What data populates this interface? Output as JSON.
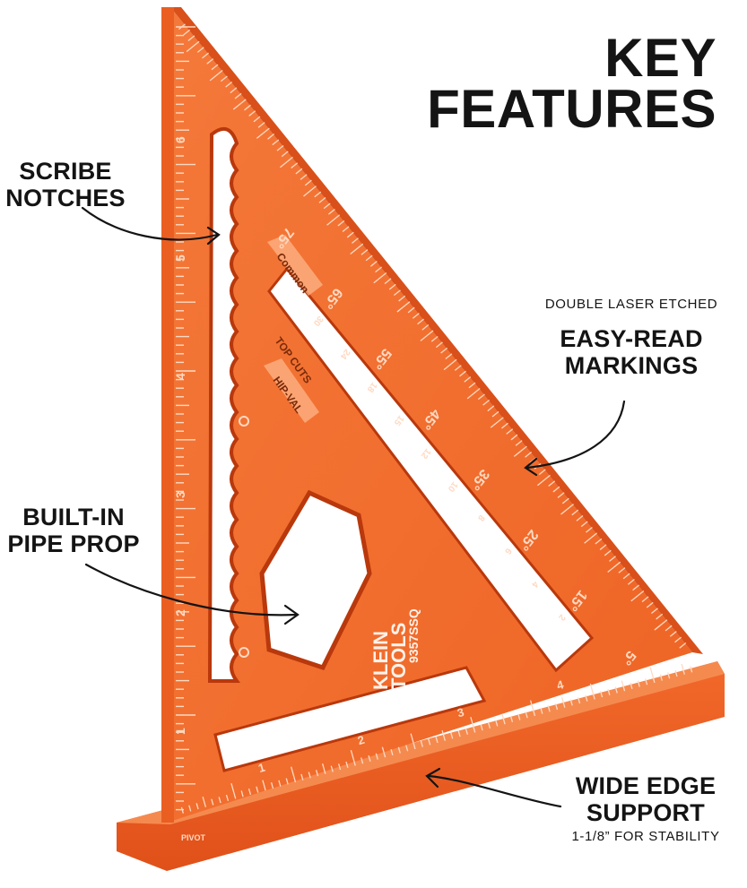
{
  "heading": {
    "line1": "KEY",
    "line2": "FEATURES"
  },
  "callouts": {
    "scribe": {
      "line1": "SCRIBE",
      "line2": "NOTCHES"
    },
    "laser": {
      "pre": "DOUBLE LASER ETCHED",
      "line1": "EASY-READ",
      "line2": "MARKINGS"
    },
    "pipe": {
      "line1": "BUILT-IN",
      "line2": "PIPE PROP"
    },
    "edge": {
      "line1": "WIDE EDGE",
      "line2": "SUPPORT",
      "sub": "1-1/8” FOR STABILITY"
    }
  },
  "tool": {
    "brand_line1": "KLEIN",
    "brand_line2": "TOOLS",
    "model": "9357SSQ",
    "scale_common": "Common",
    "scale_top_cuts": "TOP CUTS",
    "scale_hip": "HIP-VAL",
    "pivot": "PIVOT",
    "ruler_numbers": [
      "1",
      "2",
      "3",
      "4",
      "5",
      "6"
    ],
    "base_numbers": [
      "1",
      "2",
      "3",
      "4"
    ],
    "degree_labels": [
      "75°",
      "65°",
      "55°",
      "45°",
      "35°",
      "25°",
      "15°",
      "5°"
    ],
    "rafter_numbers": [
      "30",
      "24",
      "18",
      "15",
      "12",
      "10",
      "8",
      "6",
      "4",
      "2"
    ]
  },
  "colors": {
    "body": "#f26a2c",
    "edge": "#e4541a",
    "shadow": "#c2410f",
    "etch": "#ffd9c2",
    "text": "#141414"
  }
}
